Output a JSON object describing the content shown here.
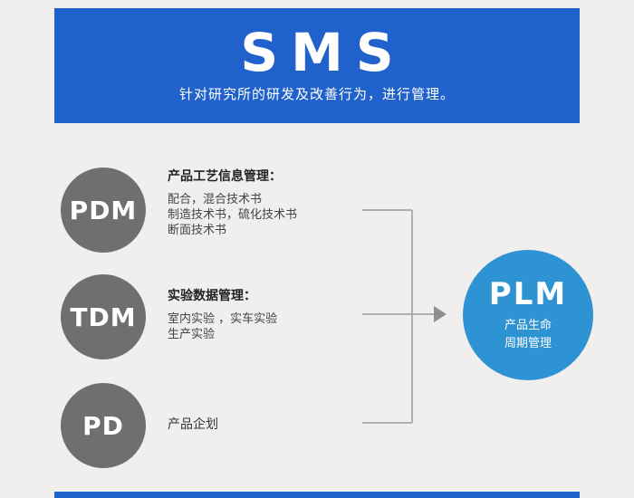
{
  "banner": {
    "title": "SMS",
    "subtitle": "针对研究所的研发及改善行为，进行管理。"
  },
  "modules": [
    {
      "abbr": "PDM",
      "heading": "产品工艺信息管理：",
      "lines": [
        "配合，混合技术书",
        "制造技术书，硫化技术书",
        "断面技术书"
      ]
    },
    {
      "abbr": "TDM",
      "heading": "实验数据管理：",
      "lines": [
        "室内实验 ，实车实验",
        "生产实验"
      ]
    },
    {
      "abbr": "PD",
      "heading": "产品企划",
      "lines": []
    }
  ],
  "plm": {
    "abbr": "PLM",
    "desc_line1": "产品生命",
    "desc_line2": "周期管理"
  },
  "colors": {
    "banner_blue": "#2161cc",
    "circle_gray": "#6f6f6f",
    "plm_blue": "#2e93d2",
    "connector_gray": "#9b9b9b"
  }
}
